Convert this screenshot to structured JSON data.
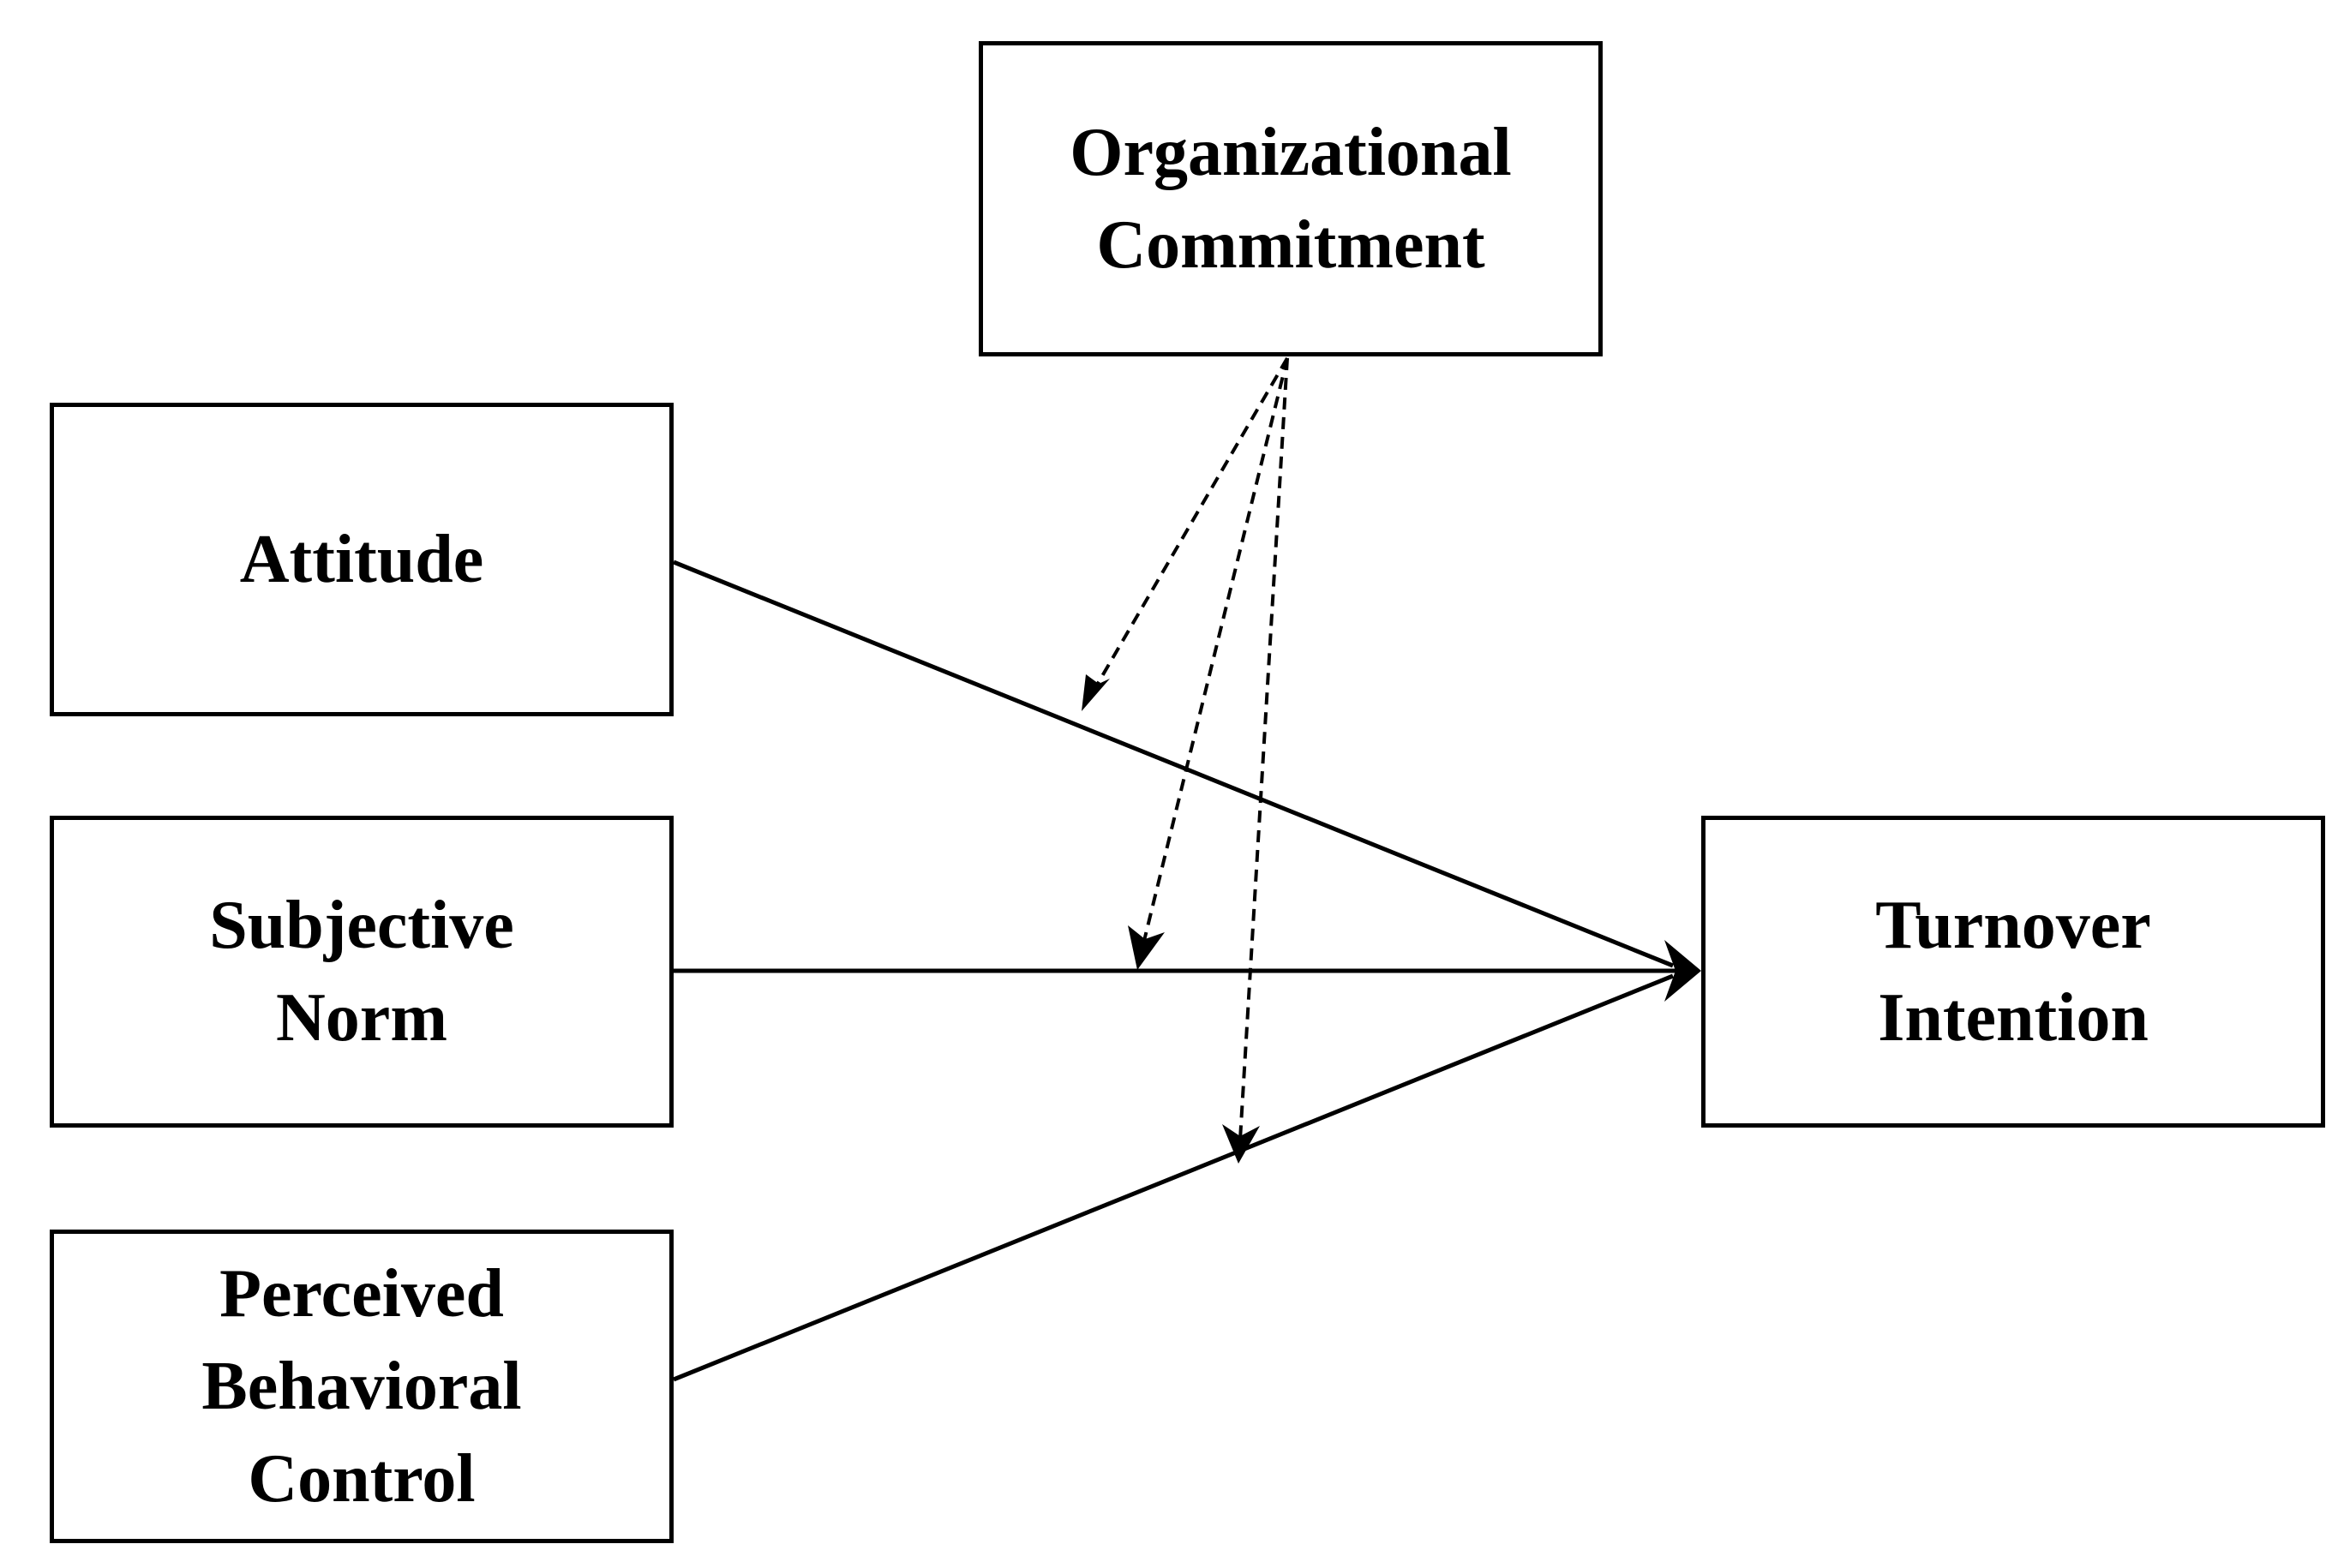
{
  "nodes": {
    "organizational_commitment": {
      "label": "Organizational\nCommitment"
    },
    "attitude": {
      "label": "Attitude"
    },
    "subjective_norm": {
      "label": "Subjective\nNorm"
    },
    "perceived_behavioral_control": {
      "label": "Perceived\nBehavioral\nControl"
    },
    "turnover_intention": {
      "label": "Turnover\nIntention"
    }
  },
  "edges": [
    {
      "from": "attitude",
      "to": "turnover_intention",
      "style": "solid"
    },
    {
      "from": "subjective_norm",
      "to": "turnover_intention",
      "style": "solid"
    },
    {
      "from": "perceived_behavioral_control",
      "to": "turnover_intention",
      "style": "solid"
    },
    {
      "from": "organizational_commitment",
      "to": "attitude->turnover_intention",
      "style": "dashed"
    },
    {
      "from": "organizational_commitment",
      "to": "subjective_norm->turnover_intention",
      "style": "dashed"
    },
    {
      "from": "organizational_commitment",
      "to": "perceived_behavioral_control->turnover_intention",
      "style": "dashed"
    }
  ],
  "colors": {
    "stroke": "#000000",
    "background": "#ffffff"
  }
}
